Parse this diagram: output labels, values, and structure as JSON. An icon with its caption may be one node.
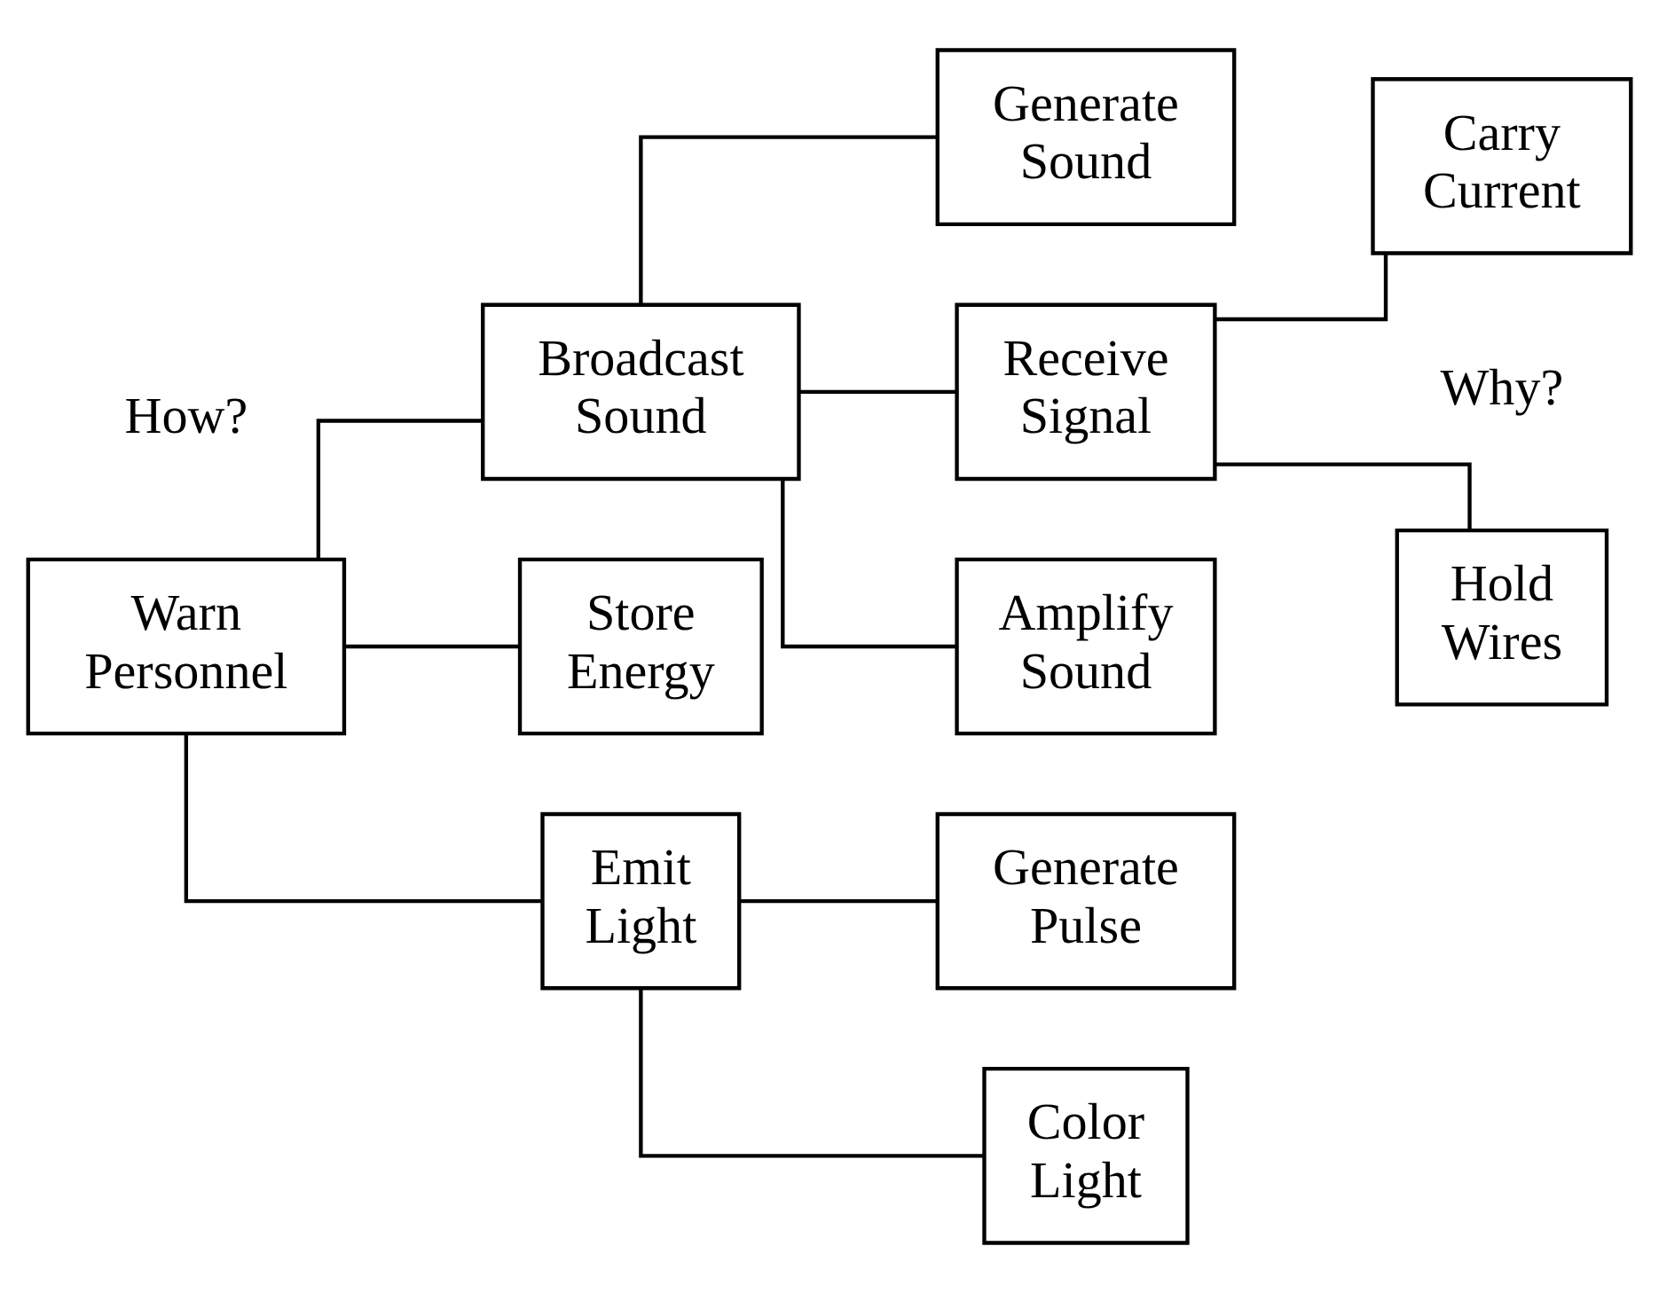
{
  "diagram": {
    "nodes": [
      {
        "text": [
          "Warn Personnel"
        ]
      },
      {
        "text": [
          "Broadcast Sound"
        ]
      },
      {
        "text": [
          "Store Energy"
        ]
      },
      {
        "text": [
          "Emit Light"
        ]
      },
      {
        "text": [
          "Generate Sound"
        ]
      },
      {
        "text": [
          "Receive Signal"
        ]
      },
      {
        "text": [
          "Amplify Sound"
        ]
      },
      {
        "text": [
          "Hold Wires"
        ]
      },
      {
        "text": [
          "Carry Current"
        ]
      },
      {
        "text": [
          "Generate Pulse"
        ]
      },
      {
        "text": [
          "Color Light"
        ]
      }
    ],
    "edges": [
      {
        "from": 0,
        "to": 1,
        "arrow": "none"
      },
      {
        "from": 0,
        "to": 2,
        "arrow": "none"
      },
      {
        "from": 0,
        "to": 3,
        "arrow": "none"
      },
      {
        "from": 1,
        "to": 4,
        "arrow": "none"
      },
      {
        "from": 1,
        "to": 5,
        "arrow": "none"
      },
      {
        "from": 1,
        "to": 6,
        "arrow": "none"
      },
      {
        "from": 5,
        "to": 7,
        "arrow": "none"
      },
      {
        "from": 5,
        "to": 8,
        "arrow": "none"
      },
      {
        "from": 3,
        "to": 9,
        "arrow": "none"
      },
      {
        "from": 3,
        "to": 10,
        "arrow": "none"
      }
    ],
    "labels": [
      "How?",
      "Why?"
    ]
  }
}
